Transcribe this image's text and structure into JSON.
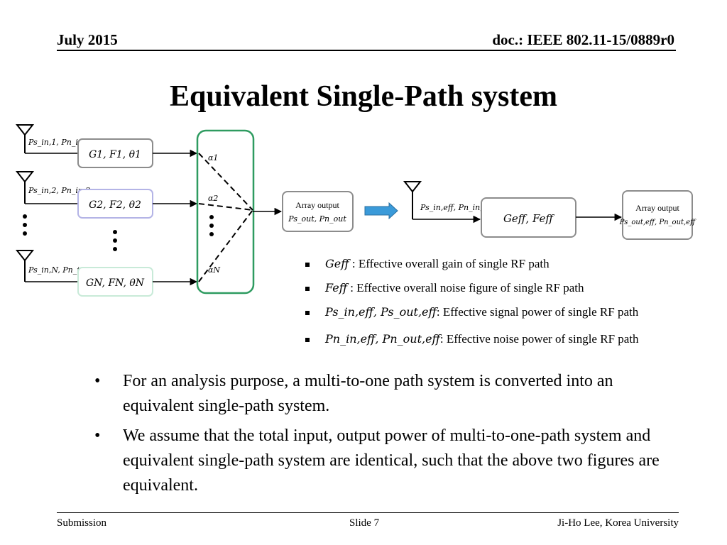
{
  "header": {
    "date": "July 2015",
    "doc": "doc.: IEEE 802.11-15/0889r0"
  },
  "title": "Equivalent Single-Path system",
  "diagram": {
    "inputs": [
      {
        "label": "Ps_in,1, Pn_in,1",
        "block": "G1, F1, θ1",
        "weight": "α1"
      },
      {
        "label": "Ps_in,2, Pn_in,2",
        "block": "G2, F2, θ2",
        "weight": "α2"
      },
      {
        "label": "Ps_in,N, Pn_in,N",
        "block": "GN, FN, θN",
        "weight": "αN"
      }
    ],
    "array_output_label": "Array output",
    "array_output_sub": "Ps_out, Pn_out",
    "eff_input_label": "Ps_in,eff, Pn_in,eff",
    "eff_block": "Geff, Feff",
    "eff_output_sub": "Ps_out,eff, Pn_out,eff",
    "colors": {
      "combiner": "#2e9b60",
      "arrow": "#3a9ad9",
      "block2": "#b4b4e6",
      "blockN": "#c8ead8"
    }
  },
  "legend": [
    {
      "sym": "Geff",
      "text": ": Effective overall gain of single RF path"
    },
    {
      "sym": "Feff",
      "text": ": Effective overall noise figure of single RF path"
    },
    {
      "sym": "Ps_in,eff, Ps_out,eff",
      "text": ": Effective signal power of single RF path"
    },
    {
      "sym": "Pn_in,eff, Pn_out,eff",
      "text": ": Effective noise power of single RF path"
    }
  ],
  "bullets": [
    "For an analysis purpose, a multi-to-one path system is converted into an equivalent single-path system.",
    "We assume that the total input, output power of multi-to-one-path system and equivalent single-path system are identical, such that the above two figures are equivalent."
  ],
  "footer": {
    "left": "Submission",
    "center": "Slide 7",
    "right": "Ji-Ho Lee, Korea University"
  }
}
